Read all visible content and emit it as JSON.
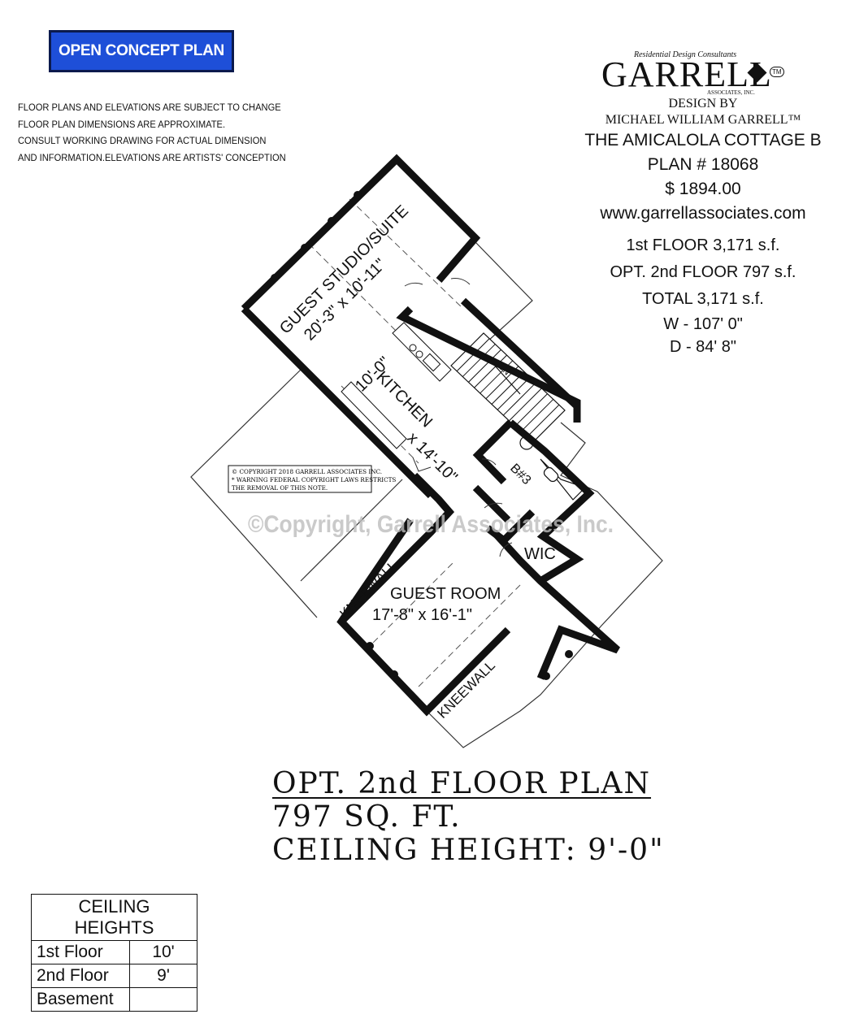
{
  "badge": "OPEN CONCEPT PLAN",
  "disclaimer": [
    "FLOOR PLANS AND ELEVATIONS ARE SUBJECT TO CHANGE",
    "FLOOR PLAN DIMENSIONS ARE APPROXIMATE.",
    "CONSULT WORKING DRAWING FOR ACTUAL DIMENSION",
    "AND INFORMATION.ELEVATIONS ARE ARTISTS' CONCEPTION"
  ],
  "logo": {
    "tagline": "Residential Design Consultants",
    "name": "GARRELL",
    "subname": "ASSOCIATES, INC.",
    "tm": "TM"
  },
  "info": {
    "design_by": "DESIGN BY",
    "designer": "MICHAEL WILLIAM GARRELL™",
    "plan_name": "THE AMICALOLA COTTAGE B",
    "plan_number": "PLAN # 18068",
    "price": "$ 1894.00",
    "website": "www.garrellassociates.com",
    "first_floor": "1st FLOOR 3,171 s.f.",
    "second_floor": "OPT. 2nd FLOOR 797 s.f.",
    "total": "TOTAL 3,171 s.f.",
    "width": "W - 107' 0\"",
    "depth": "D - 84' 8\""
  },
  "plan": {
    "studio_name": "GUEST STUDIO/SUITE",
    "studio_dims": "20'-3\" x 10'-11\"",
    "kitchen_dim_a": "10'-0\"",
    "kitchen_name": "KITCHEN",
    "kitchen_dim_b": "x 14'-10\"",
    "bath": "B#3",
    "wic": "WIC",
    "guest_room": "GUEST ROOM",
    "guest_room_dims": "17'-8\" x 16'-1\"",
    "kneewall": "KNEEWALL",
    "stair_label": "DN",
    "copyright_note": [
      "© COPYRIGHT 2018 GARRELL ASSOCIATES INC.",
      "* WARNING FEDERAL COPYRIGHT LAWS RESTRICTS",
      "THE REMOVAL OF THIS NOTE."
    ],
    "watermark": "©Copyright, Garrell Associates, Inc."
  },
  "title": {
    "line1": "OPT. 2nd FLOOR PLAN",
    "line2": "797 SQ. FT.",
    "line3": "CEILING HEIGHT: 9'-0\""
  },
  "ceiling_heights": {
    "header": "CEILING HEIGHTS",
    "rows": [
      {
        "label": "1st Floor",
        "value": "10'"
      },
      {
        "label": "2nd Floor",
        "value": "9'"
      },
      {
        "label": "Basement",
        "value": ""
      }
    ]
  }
}
